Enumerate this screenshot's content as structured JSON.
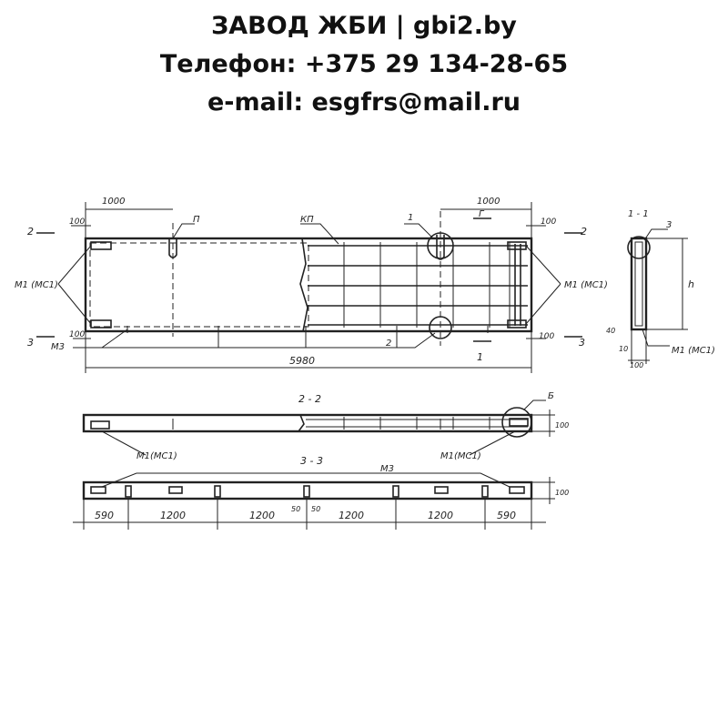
{
  "header": {
    "line1": "ЗАВОД ЖБИ | gbi2.by",
    "line2": "Телефон: +375 29 134-28-65",
    "line3": "e-mail: esgfrs@mail.ru"
  },
  "labels": {
    "plan": {
      "dim_left": "1000",
      "dim_right": "1000",
      "d100_tl": "100",
      "d100_tr": "100",
      "d100_bl": "100",
      "d100_br": "100",
      "total": "5980",
      "n_p": "П",
      "n_kp": "КП",
      "n_1": "1",
      "n_2": "2",
      "n_small": "Г",
      "sec2_l": "2",
      "sec2_r": "2",
      "sec3_l": "3",
      "sec3_r": "3",
      "sec1_b": "1",
      "m1_left": "М1 (МС1)",
      "m1_right": "М1 (МС1)",
      "m3": "М3"
    },
    "section11": {
      "title": "1 - 1",
      "n3": "3",
      "h": "h",
      "d40": "40",
      "d10": "10",
      "d100": "100",
      "m1": "М1 (МС1)"
    },
    "section22": {
      "title": "2 - 2",
      "n6": "Б",
      "d100": "100",
      "m1_left": "М1(МС1)",
      "m1_right": "М1(МС1)"
    },
    "section33": {
      "title": "3 - 3",
      "m3": "М3",
      "d100": "100",
      "d50a": "50",
      "d50b": "50",
      "spans": [
        "590",
        "1200",
        "1200",
        "1200",
        "1200",
        "590"
      ]
    }
  }
}
